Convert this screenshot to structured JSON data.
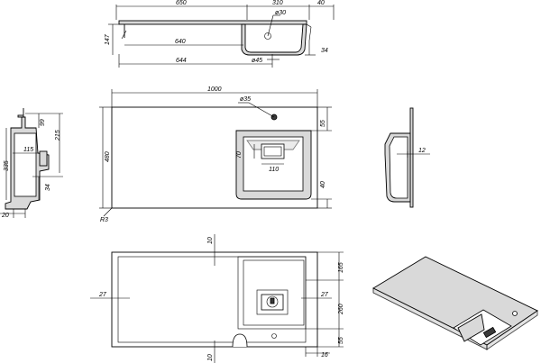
{
  "dimensions": {
    "top_view": {
      "width_left": "650",
      "width_bowl": "310",
      "right_offset": "40",
      "hole_dia": "ø30",
      "height": "147",
      "inner_left": "640",
      "bottom_left": "644",
      "drain_dia": "ø45",
      "right_depth": "34"
    },
    "plan_view": {
      "overall_width": "1000",
      "overall_depth": "480",
      "tap_hole": "ø35",
      "tap_offset": "55",
      "bowl_height": "70",
      "bowl_width": "110",
      "front_offset": "40",
      "corner_radius": "R3"
    },
    "left_view": {
      "top_dim": "99",
      "upper_dim": "215",
      "bowl_depth": "335",
      "bowl_width": "115",
      "lip": "34",
      "base": "20"
    },
    "right_view": {
      "thickness": "12"
    },
    "bottom_view": {
      "top_gap": "10",
      "left_edge": "27",
      "right_edge": "27",
      "upper_dim": "165",
      "mid_dim": "260",
      "lower_dim": "55",
      "bottom_gap": "10",
      "corner": "16"
    }
  }
}
